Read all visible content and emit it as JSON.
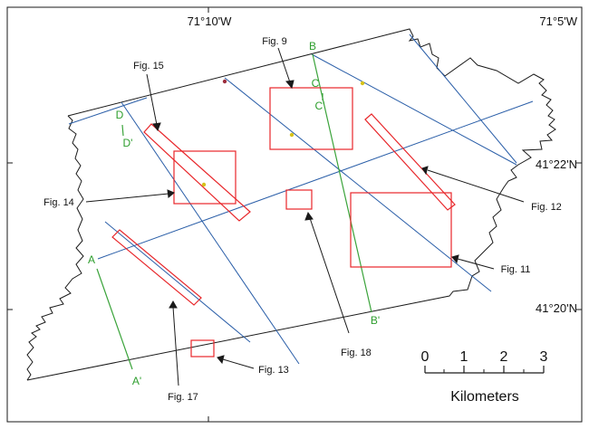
{
  "map": {
    "longitude_labels": [
      "71°10'W",
      "71°5'W"
    ],
    "latitude_labels": [
      "41°22'N",
      "41°20'N"
    ],
    "figure_labels": {
      "fig9": "Fig. 9",
      "fig11": "Fig. 11",
      "fig12": "Fig. 12",
      "fig13": "Fig. 13",
      "fig14": "Fig. 14",
      "fig15": "Fig. 15",
      "fig17": "Fig. 17",
      "fig18": "Fig. 18"
    },
    "profile_labels": {
      "a": "A",
      "a_prime": "A'",
      "b": "B",
      "b_prime": "B'",
      "c": "C",
      "c_prime": "C'",
      "d": "D",
      "d_prime": "D'"
    },
    "scale_bar": {
      "ticks": [
        "0",
        "1",
        "2",
        "3"
      ],
      "unit": "Kilometers"
    },
    "colors": {
      "survey_outline": "#1a1a1a",
      "tracklines": "#2a5ea8",
      "profiles": "#3aa33a",
      "figure_boxes": "#e8262a",
      "samples": "#d6c21a",
      "sample_dark": "#9c2d3c"
    }
  }
}
